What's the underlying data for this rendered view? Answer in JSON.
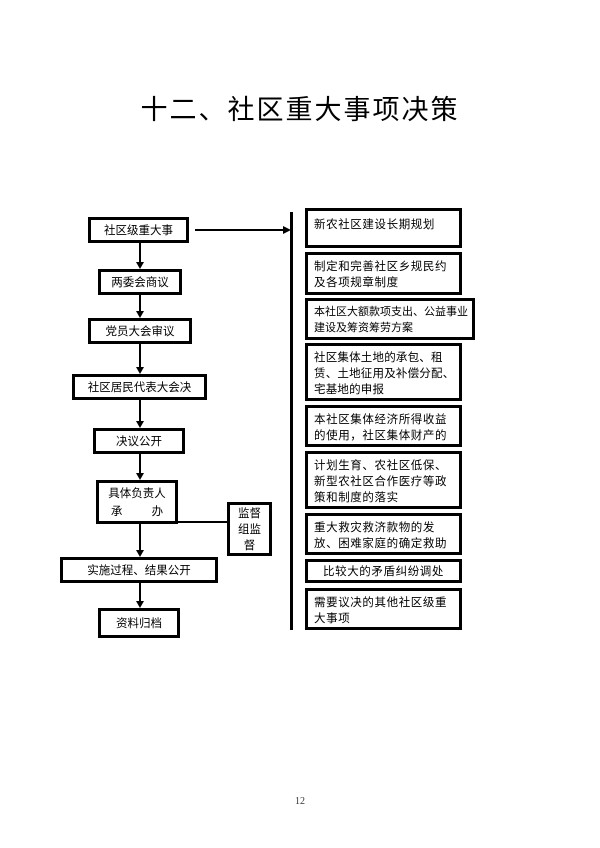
{
  "title": "十二、社区重大事项决策",
  "flow_steps": [
    "社区级重大事",
    "两委会商议",
    "党员大会审议",
    "社区居民代表大会决",
    "决议公开",
    "具体负责人",
    "实施过程、结果公开",
    "资料归档"
  ],
  "responsible_line2": "承        办",
  "supervision": [
    "监督",
    "组监",
    "督"
  ],
  "matters": [
    [
      "新农社区建设长期规划"
    ],
    [
      "制定和完善社区乡规民约",
      "及各项规章制度"
    ],
    [
      "本社区大额款项支出、公益事业",
      "建设及筹资筹劳方案"
    ],
    [
      "社区集体土地的承包、租",
      "赁、土地征用及补偿分配、",
      "宅基地的申报"
    ],
    [
      "本社区集体经济所得收益",
      "的使用，社区集体财产的"
    ],
    [
      "计划生育、农社区低保、",
      "新型农社区合作医疗等政",
      "策和制度的落实"
    ],
    [
      "重大救灾救济款物的发",
      "放、困难家庭的确定救助"
    ],
    [
      "比较大的矛盾纠纷调处"
    ],
    [
      "需要议决的其他社区级重",
      "大事项"
    ]
  ],
  "page_number": "12"
}
